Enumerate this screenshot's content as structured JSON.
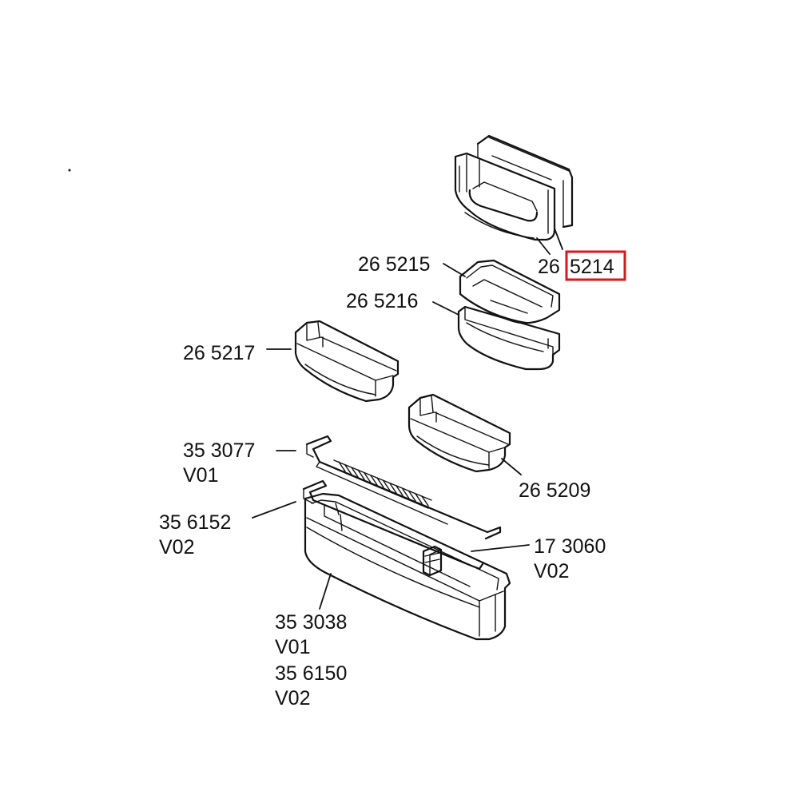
{
  "colors": {
    "ink": "#111111",
    "highlight": "#d61a1a",
    "background": "#ffffff"
  },
  "labels": {
    "p265214_prefix": "26",
    "p265214_code": "5214",
    "p265215": "26 5215",
    "p265216": "26 5216",
    "p265217": "26 5217",
    "p265209": "26 5209",
    "p353077": "35 3077",
    "p353077_v": "V01",
    "p356152": "35 6152",
    "p356152_v": "V02",
    "p173060": "17 3060",
    "p173060_v": "V02",
    "p353038": "35 3038",
    "p353038_v": "V01",
    "p356150": "35 6150",
    "p356150_v": "V02"
  },
  "highlighted_part": "5214"
}
